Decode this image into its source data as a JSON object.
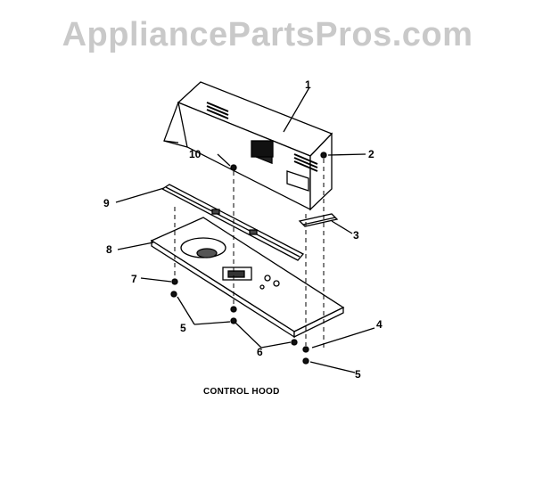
{
  "watermark": "AppliancePartsPros.com",
  "caption": "CONTROL HOOD",
  "callouts": {
    "c1": "1",
    "c2": "2",
    "c3": "3",
    "c4": "4",
    "c5a": "5",
    "c5b": "5",
    "c6": "6",
    "c7": "7",
    "c8": "8",
    "c9": "9",
    "c10": "10"
  }
}
